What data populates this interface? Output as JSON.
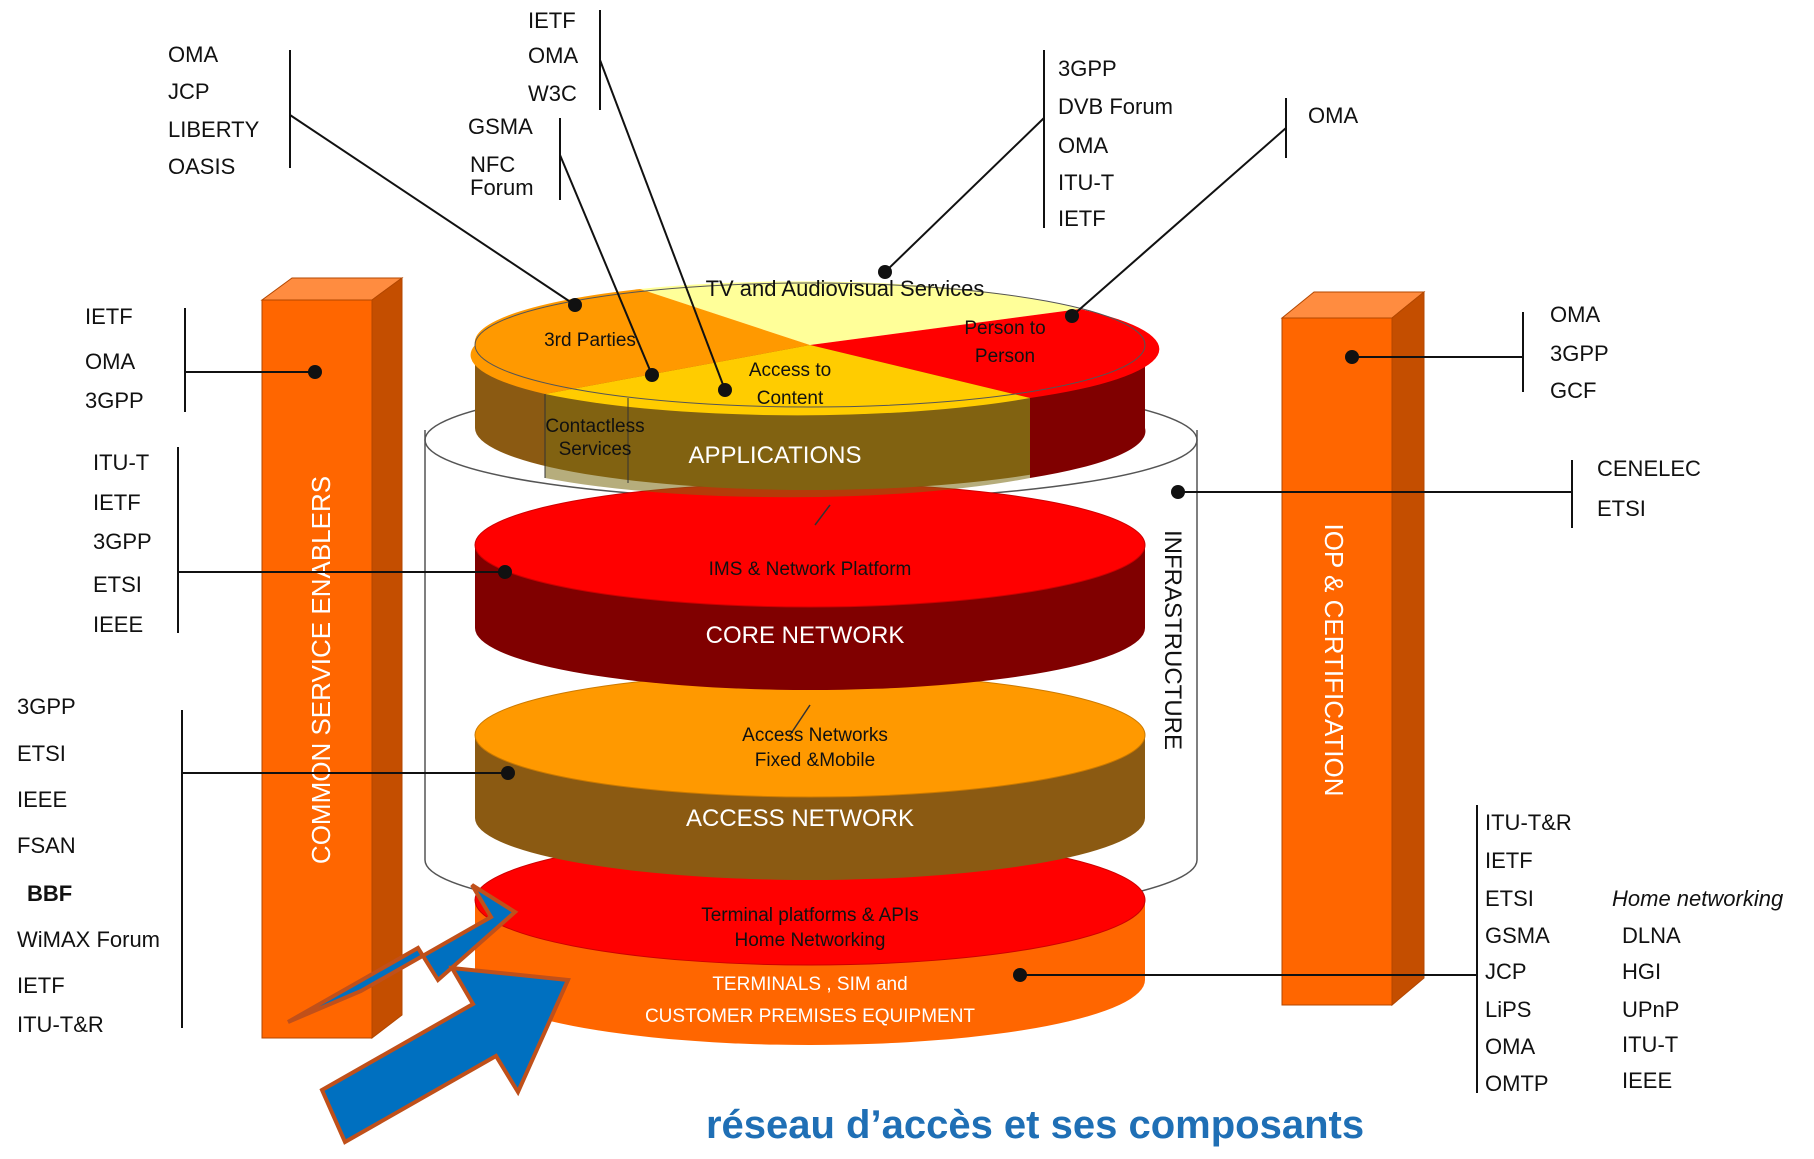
{
  "layers": {
    "applications": {
      "label": "APPLICATIONS",
      "segments": {
        "tv": "TV and Audiovisual Services",
        "third_parties": "3rd Parties",
        "person_line1": "Person to",
        "person_line2": "Person",
        "access_line1": "Access to",
        "access_line2": "Content",
        "contactless_line1": "Contactless",
        "contactless_line2": "Services"
      }
    },
    "core": {
      "top": "IMS & Network Platform",
      "label": "CORE NETWORK"
    },
    "access": {
      "top_line1": "Access Networks",
      "top_line2": "Fixed &Mobile",
      "label": "ACCESS NETWORK"
    },
    "terminals": {
      "top_line1": "Terminal platforms & APIs",
      "top_line2": "Home Networking",
      "label_line1": "TERMINALS , SIM and",
      "label_line2": "CUSTOMER PREMISES EQUIPMENT"
    }
  },
  "pillars": {
    "left": "COMMON SERVICE ENABLERS",
    "right": "IOP & CERTIFICATION",
    "infrastructure": "INFRASTRUCTURE"
  },
  "groups": {
    "top_left": [
      "OMA",
      "JCP",
      "LIBERTY",
      "OASIS"
    ],
    "top_mid": [
      "IETF",
      "OMA",
      "W3C"
    ],
    "top_mid2": [
      "GSMA",
      "NFC",
      "Forum"
    ],
    "top_right": [
      "3GPP",
      "DVB Forum",
      "OMA",
      "ITU-T",
      "IETF"
    ],
    "top_far_right": [
      "OMA"
    ],
    "left_enablers": [
      "IETF",
      "OMA",
      "3GPP"
    ],
    "left_core": [
      "ITU-T",
      "IETF",
      "3GPP",
      "ETSI",
      "IEEE"
    ],
    "left_access": [
      "3GPP",
      "ETSI",
      "IEEE",
      "FSAN",
      "BBF",
      "WiMAX Forum",
      "IETF",
      "ITU-T&R"
    ],
    "right_iop": [
      "OMA",
      "3GPP",
      "GCF"
    ],
    "right_infra": [
      "CENELEC",
      "ETSI"
    ],
    "right_terminals": [
      "ITU-T&R",
      "IETF",
      "ETSI",
      "GSMA",
      "JCP",
      "LiPS",
      "OMA",
      "OMTP"
    ],
    "home_networking_title": "Home networking",
    "home_networking": [
      "DLNA",
      "HGI",
      "UPnP",
      "ITU-T",
      "IEEE"
    ]
  },
  "caption": "réseau d’accès et ses composants",
  "colors": {
    "orange_pillar": "#ff6600",
    "red": "#ff0000",
    "dark_red": "#800000",
    "olive": "#8b5a12",
    "light_orange": "#ff9900",
    "yellow": "#ffcc00",
    "pale_yellow": "#ffff99",
    "arrow_blue": "#0070c0",
    "arrow_border": "#c0501a",
    "caption_blue": "#1f6fb5"
  }
}
